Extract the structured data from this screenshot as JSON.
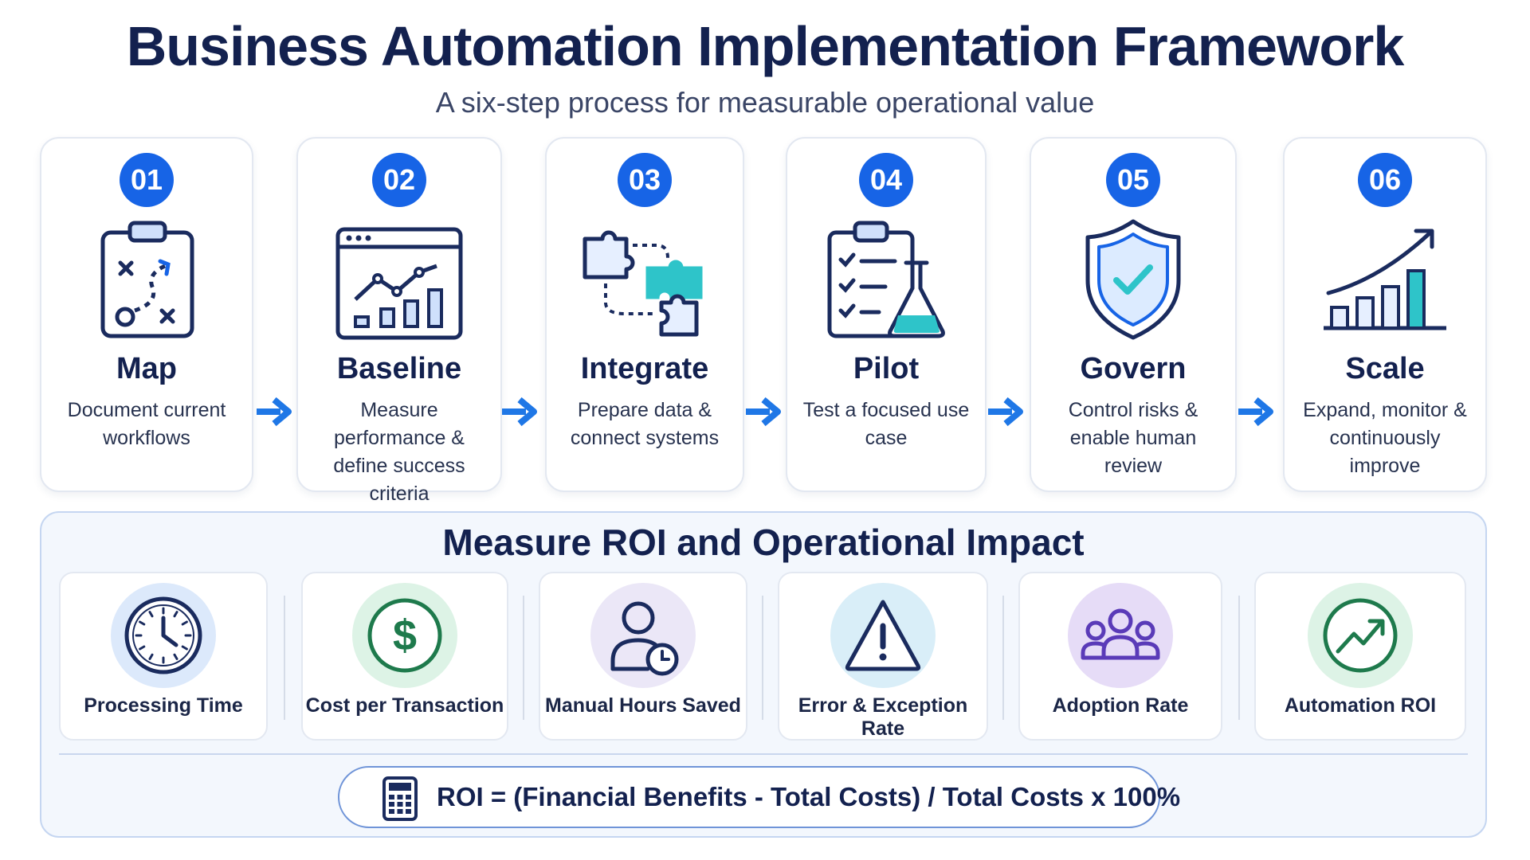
{
  "title": "Business Automation Implementation Framework",
  "subtitle": "A six-step process for measurable operational value",
  "accent_color": "#1764e6",
  "teal_color": "#2ec4c9",
  "steps": [
    {
      "number": "01",
      "title": "Map",
      "description": "Document current workflows",
      "icon": "clipboard-plan-icon"
    },
    {
      "number": "02",
      "title": "Baseline",
      "description": "Measure performance & define success criteria",
      "icon": "dashboard-chart-icon"
    },
    {
      "number": "03",
      "title": "Integrate",
      "description": "Prepare data & connect systems",
      "icon": "puzzle-pieces-icon"
    },
    {
      "number": "04",
      "title": "Pilot",
      "description": "Test a focused use case",
      "icon": "checklist-flask-icon"
    },
    {
      "number": "05",
      "title": "Govern",
      "description": "Control risks & enable human review",
      "icon": "shield-check-icon"
    },
    {
      "number": "06",
      "title": "Scale",
      "description": "Expand, monitor & continuously improve",
      "icon": "growth-chart-icon"
    }
  ],
  "roi": {
    "title": "Measure ROI and Operational Impact",
    "metrics": [
      {
        "label": "Processing Time",
        "icon": "clock-icon"
      },
      {
        "label": "Cost per Transaction",
        "icon": "dollar-icon"
      },
      {
        "label": "Manual Hours Saved",
        "icon": "user-clock-icon"
      },
      {
        "label": "Error & Exception Rate",
        "icon": "warning-icon"
      },
      {
        "label": "Adoption Rate",
        "icon": "users-icon"
      },
      {
        "label": "Automation ROI",
        "icon": "trend-up-icon"
      }
    ],
    "formula": "ROI =  (Financial Benefits - Total Costs) / Total Costs  x 100%",
    "formula_icon": "calculator-icon"
  }
}
